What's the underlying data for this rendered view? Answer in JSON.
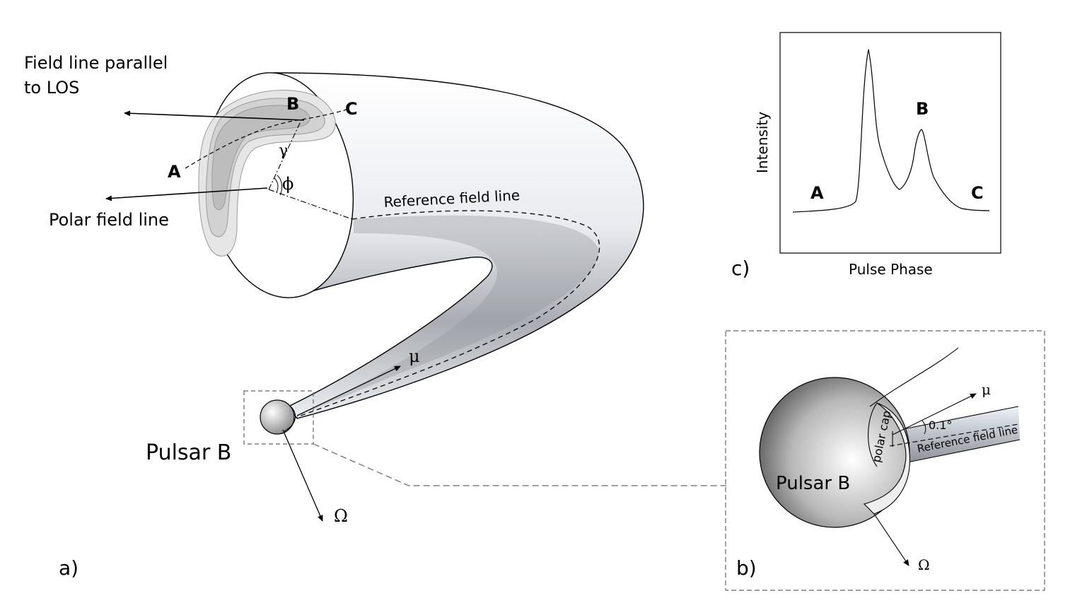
{
  "panel_a": {
    "tag": "a)",
    "field_line_parallel": [
      "Field line parallel",
      "to LOS"
    ],
    "polar_field_line": "Polar field line",
    "reference_field_line": "Reference field line",
    "point_a": "A",
    "point_b": "B",
    "point_c": "C",
    "gamma": "γ",
    "phi": "ϕ",
    "mu": "μ",
    "omega": "Ω",
    "pulsar": "Pulsar B"
  },
  "panel_b": {
    "tag": "b)",
    "pulsar": "Pulsar B",
    "polar_cap": "polar cap",
    "angle": "0.1°",
    "reference_field_line": "Reference field line",
    "mu": "μ",
    "omega": "Ω"
  },
  "panel_c": {
    "tag": "c)",
    "ylabel": "Intensity",
    "xlabel": "Pulse Phase",
    "point_a": "A",
    "point_b": "B",
    "point_c": "C"
  },
  "colors": {
    "tube_light": "#f4f6fa",
    "tube_dark": "#9fa2a8",
    "shade_outer": "#e4e4e4",
    "shade_mid": "#cfcfcf",
    "shade_inner": "#b9b9b9",
    "dashed_box": "#666666"
  }
}
